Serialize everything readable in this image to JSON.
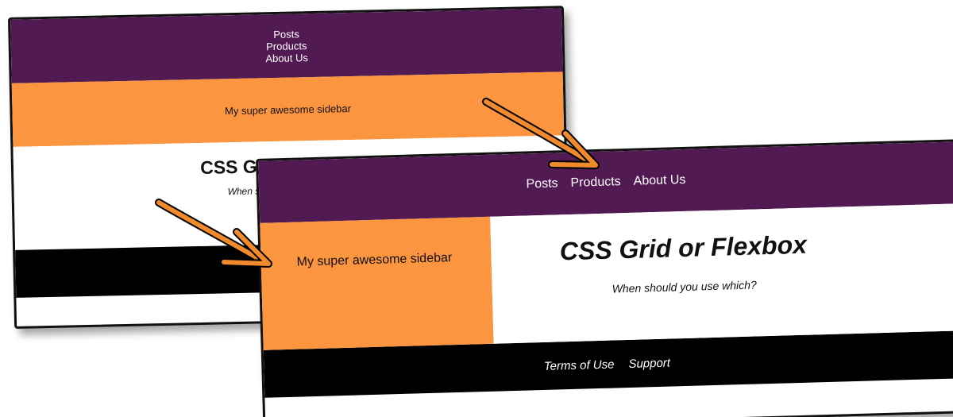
{
  "back_layout": {
    "nav": [
      "Posts",
      "Products",
      "About Us"
    ],
    "sidebar_text": "My super awesome sidebar",
    "title": "CSS Grid or Flexbox",
    "subtitle": "When should you use which?"
  },
  "front_layout": {
    "nav": [
      "Posts",
      "Products",
      "About Us"
    ],
    "sidebar_text": "My super awesome sidebar",
    "title": "CSS Grid or Flexbox",
    "subtitle": "When should you use which?",
    "footer_links": [
      "Terms of Use",
      "Support"
    ]
  },
  "colors": {
    "header": "#521a52",
    "sidebar": "#fb9540",
    "footer": "#000000",
    "arrow": "#f08a2c"
  },
  "icons": {
    "arrow": "hand-drawn-arrow"
  }
}
